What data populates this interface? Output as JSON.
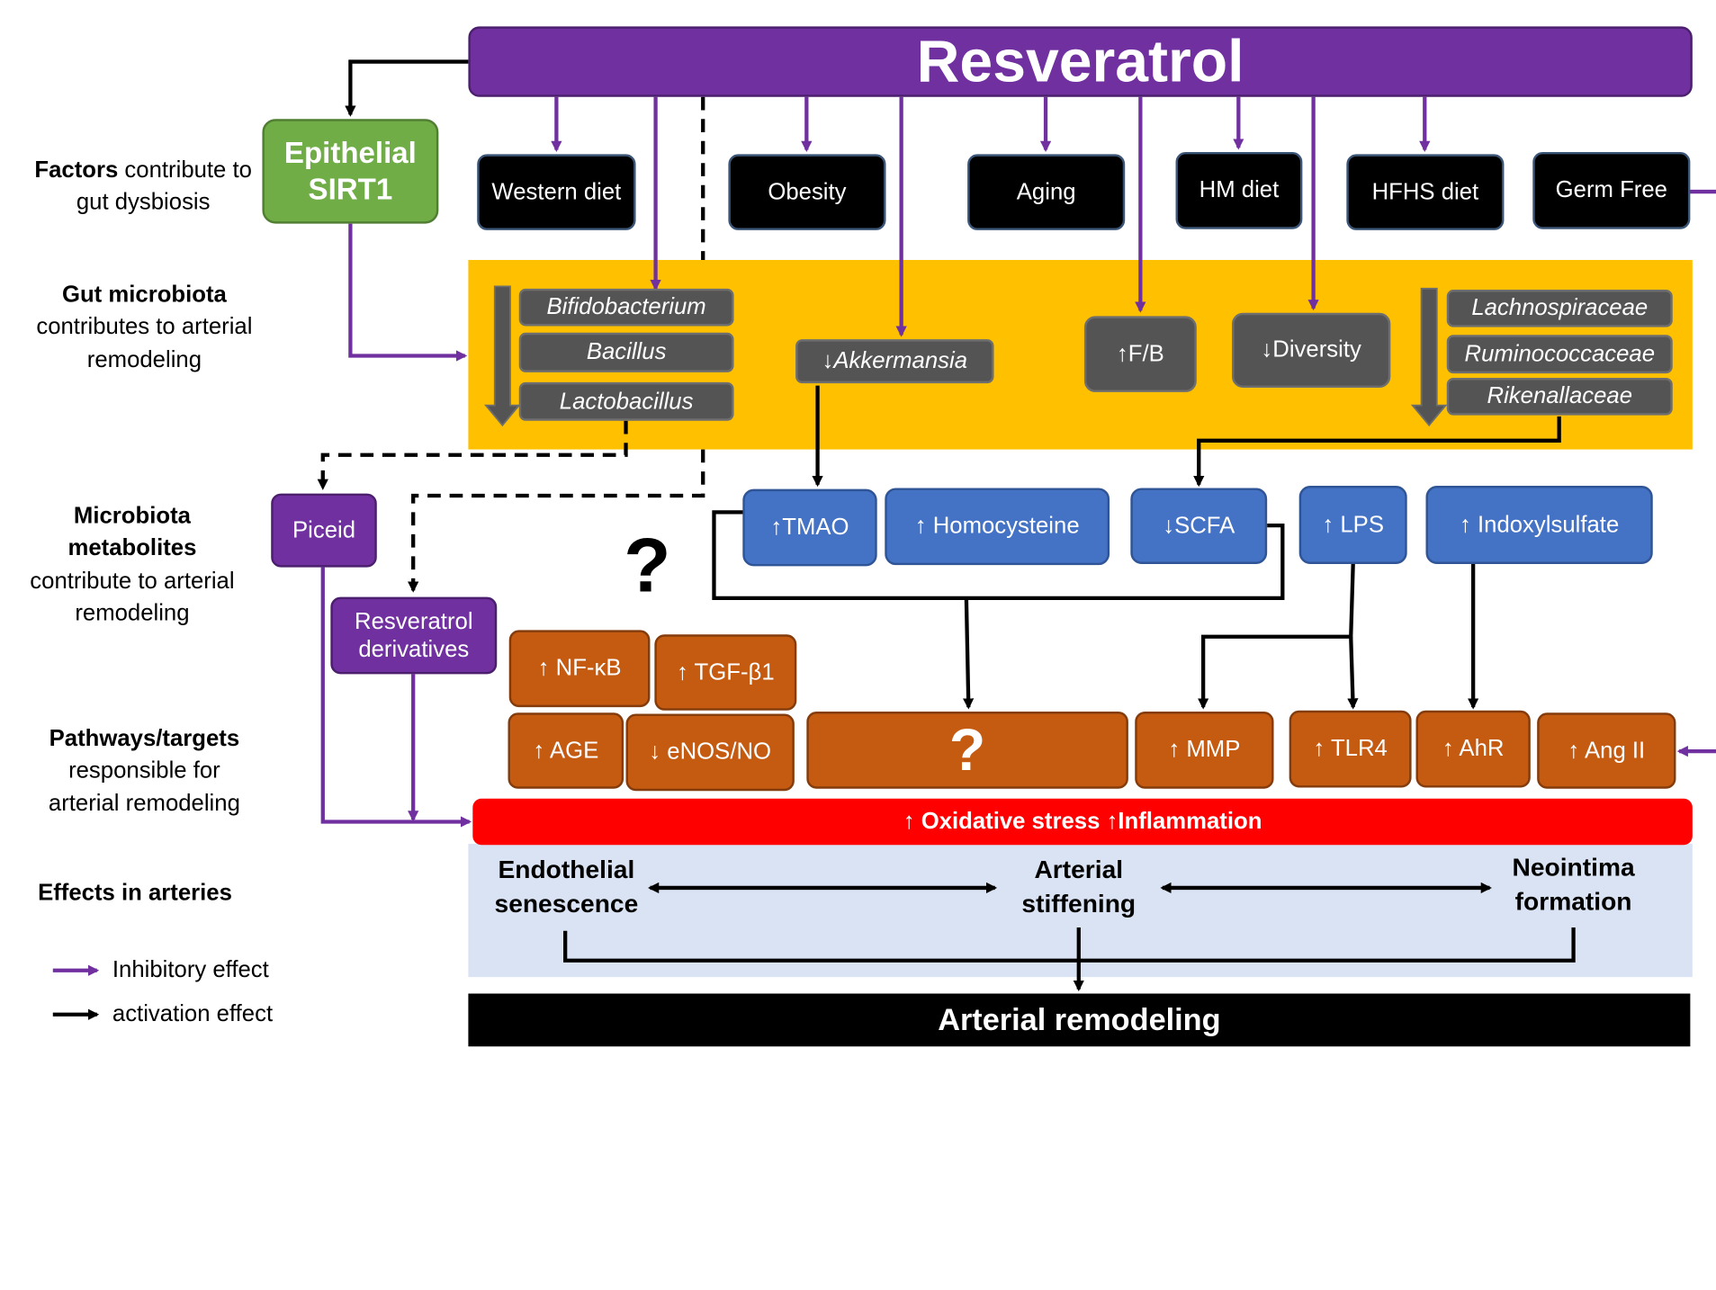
{
  "title": "Resveratrol",
  "bottom": "Arterial remodeling",
  "red_bar": "↑ Oxidative stress ↑Inflammation",
  "row_labels": {
    "r1_bold": "Factors",
    "r1_rest": " contribute to gut dysbiosis",
    "r2_bold": "Gut microbiota",
    "r2_rest": "contributes to arterial remodeling",
    "r3_bold": "Microbiota metabolites",
    "r3_rest": "contribute to arterial remodeling",
    "r4_bold": "Pathways/targets",
    "r4_rest": "responsible for arterial remodeling",
    "r5_bold": "Effects in arteries"
  },
  "sirt1": "Epithelial SIRT1",
  "factors": [
    "Western diet",
    "Obesity",
    "Aging",
    "HM diet",
    "HFHS diet",
    "Germ Free"
  ],
  "microbiota": {
    "left": [
      "Bifidobacterium",
      "Bacillus",
      "Lactobacillus"
    ],
    "akkermansia": "↓Akkermansia",
    "fb": "↑F/B",
    "diversity": "↓Diversity",
    "right": [
      "Lachnospiraceae",
      "Ruminococcaceae",
      "Rikenallaceae"
    ]
  },
  "metabolites": {
    "piceid": "Piceid",
    "derivatives": "Resveratrol derivatives",
    "tmao": "↑TMAO",
    "homocysteine": "↑ Homocysteine",
    "scfa": "↓SCFA",
    "lps": "↑ LPS",
    "indoxylsulfate": "↑ Indoxylsulfate"
  },
  "pathways": {
    "nfkb": "↑ NF-κB",
    "tgfb1": "↑ TGF-β1",
    "age": "↑ AGE",
    "enos": "↓ eNOS/NO",
    "unknown": "?",
    "mmp": "↑ MMP",
    "tlr4": "↑ TLR4",
    "ahr": "↑ AhR",
    "angii": "↑ Ang II"
  },
  "question_mark": "?",
  "effects": {
    "endothelial": "Endothelial senescence",
    "stiffening": "Arterial stiffening",
    "neointima": "Neointima formation"
  },
  "legend": {
    "inhibitory": "Inhibitory effect",
    "activation": "activation effect"
  },
  "colors": {
    "purple": "#7030a0",
    "green": "#70ad47",
    "gold": "#ffc000",
    "blue": "#4472c4",
    "orange": "#c55a11",
    "red": "#ff0000",
    "light_blue": "#dae3f3",
    "gray": "#545454"
  }
}
